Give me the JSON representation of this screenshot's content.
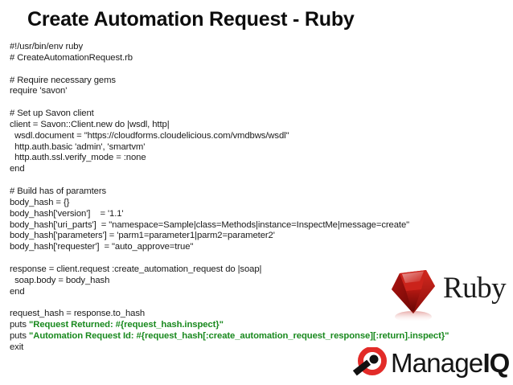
{
  "slide": {
    "title": "Create Automation Request - Ruby",
    "background_color": "#ffffff",
    "text_color": "#1a1a1a",
    "string_highlight_color": "#19891e"
  },
  "code": {
    "language": "ruby",
    "lines": [
      {
        "text": "#!/usr/bin/env ruby"
      },
      {
        "text": "# CreateAutomationRequest.rb"
      },
      {
        "text": ""
      },
      {
        "text": "# Require necessary gems"
      },
      {
        "text": "require 'savon'"
      },
      {
        "text": ""
      },
      {
        "text": "# Set up Savon client"
      },
      {
        "text": "client = Savon::Client.new do |wsdl, http|"
      },
      {
        "text": "  wsdl.document = \"https://cloudforms.cloudelicious.com/vmdbws/wsdl\""
      },
      {
        "text": "  http.auth.basic 'admin', 'smartvm'"
      },
      {
        "text": "  http.auth.ssl.verify_mode = :none"
      },
      {
        "text": "end"
      },
      {
        "text": ""
      },
      {
        "text": "# Build has of paramters"
      },
      {
        "text": "body_hash = {}"
      },
      {
        "text": "body_hash['version']    = '1.1'"
      },
      {
        "text": "body_hash['uri_parts']  = \"namespace=Sample|class=Methods|instance=InspectMe|message=create\""
      },
      {
        "text": "body_hash['parameters'] = 'parm1=parameter1|parm2=parameter2'"
      },
      {
        "text": "body_hash['requester']  = \"auto_approve=true\""
      },
      {
        "text": ""
      },
      {
        "text": "response = client.request :create_automation_request do |soap|"
      },
      {
        "text": "  soap.body = body_hash"
      },
      {
        "text": "end"
      },
      {
        "text": ""
      },
      {
        "text": "request_hash = response.to_hash"
      },
      {
        "text": "puts ",
        "green": "\"Request Returned: #{request_hash.inspect}\""
      },
      {
        "text": "puts ",
        "green": "\"Automation Request Id: #{request_hash[:create_automation_request_response][:return].inspect}\""
      },
      {
        "text": "exit"
      }
    ]
  },
  "ruby_logo": {
    "wordmark": "Ruby",
    "gem_color": "#b81010",
    "gem_highlight_color": "#e03030",
    "wordmark_color": "#1b1b1b"
  },
  "manageiq_logo": {
    "name_regular": "Manage",
    "name_bold": "IQ",
    "icon_color": "#e22b28",
    "wordmark_color": "#141414"
  }
}
